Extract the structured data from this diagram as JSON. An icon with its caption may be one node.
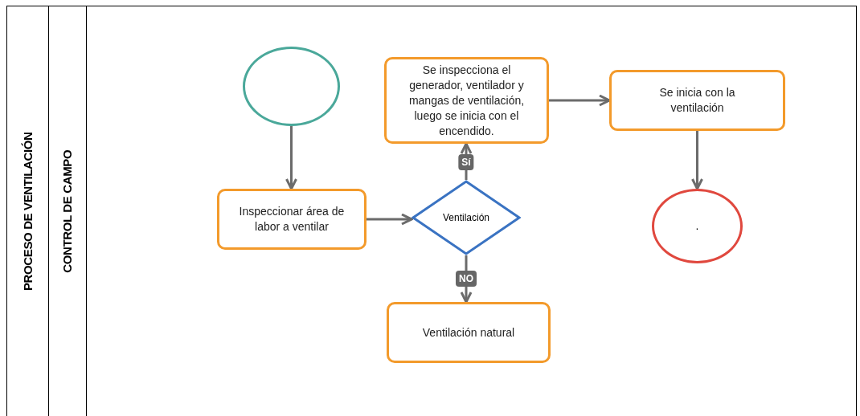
{
  "diagram": {
    "nodes": [
      {
        "text": [
          "PROCESO DE VENTILACIÓN"
        ]
      },
      {
        "text": [
          "CONTROL DE CAMPO"
        ]
      },
      {
        "text": [],
        "shape": "circle"
      },
      {
        "text": [
          "Inspeccionar área de labor a ventilar"
        ]
      },
      {
        "text": [
          "Ventilación"
        ]
      },
      {
        "text": [
          "Se inspecciona el generador, ventilador y mangas de ventilación, luego se inicia con el encendido."
        ]
      },
      {
        "text": [
          "Se inicia con la ventilación"
        ]
      },
      {
        "text": [
          "."
        ]
      },
      {
        "text": [
          "Ventilación natural"
        ]
      }
    ],
    "edges": [
      {
        "from": 2,
        "to": 3,
        "arrow": "to"
      },
      {
        "from": 3,
        "to": 4,
        "arrow": "to"
      },
      {
        "from": 4,
        "to": 5,
        "arrow": "to",
        "label": "Sí"
      },
      {
        "from": 5,
        "to": 6,
        "arrow": "to"
      },
      {
        "from": 6,
        "to": 7,
        "arrow": "to"
      },
      {
        "from": 4,
        "to": 8,
        "arrow": "to",
        "label": "NO"
      }
    ]
  }
}
